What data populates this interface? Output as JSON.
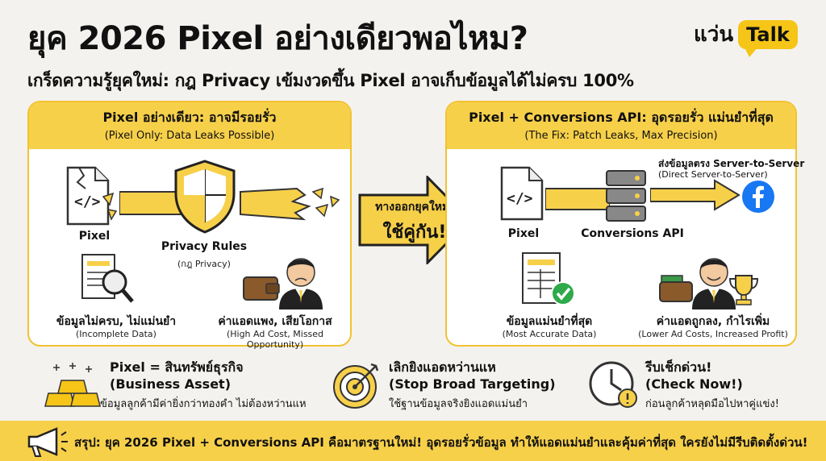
{
  "header": {
    "title": "ยุค 2026 Pixel อย่างเดียวพอไหม?",
    "subtitle": "เกร็ดความรู้ยุคใหม่: กฎ Privacy เข้มงวดขึ้น Pixel อาจเก็บข้อมูลได้ไม่ครบ 100%",
    "brand_text": "แว่น",
    "brand_bubble": "Talk"
  },
  "left_panel": {
    "title": "Pixel อย่างเดียว: อาจมีรอยรั่ว",
    "subtitle": "(Pixel Only: Data Leaks Possible)",
    "pixel_label": "Pixel",
    "privacy_label": "Privacy Rules",
    "privacy_sub": "(กฎ Privacy)",
    "incomplete_label": "ข้อมูลไม่ครบ, ไม่แม่นยำ",
    "incomplete_sub": "(Incomplete Data)",
    "cost_label": "ค่าแอดแพง, เสียโอกาส",
    "cost_sub": "(High Ad Cost, Missed Opportunity)"
  },
  "center_arrow": {
    "line1": "ทางออกยุคใหม่:",
    "line2": "ใช้คู่กัน!"
  },
  "right_panel": {
    "title": "Pixel + Conversions API: อุดรอยรั่ว แม่นยำที่สุด",
    "subtitle": "(The Fix: Patch Leaks, Max Precision)",
    "server_label": "ส่งข้อมูลตรง Server-to-Server",
    "server_sub": "(Direct Server-to-Server)",
    "pixel_label": "Pixel",
    "capi_label": "Conversions API",
    "accurate_label": "ข้อมูลแม่นยำที่สุด",
    "accurate_sub": "(Most Accurate Data)",
    "profit_label": "ค่าแอดถูกลง, กำไรเพิ่ม",
    "profit_sub": "(Lower Ad Costs, Increased Profit)"
  },
  "bottom": {
    "item1_title": "Pixel = สินทรัพย์ธุรกิจ",
    "item1_title2": "(Business Asset)",
    "item1_sub": "ข้อมูลลูกค้ามีค่ายิ่งกว่าทองคำ ไม่ต้องหว่านแห",
    "item2_title": "เลิกยิงแอดหว่านแห",
    "item2_title2": "(Stop Broad Targeting)",
    "item2_sub": "ใช้ฐานข้อมูลจริงยิงแอดแม่นยำ",
    "item3_title": "รีบเช็กด่วน!",
    "item3_title2": "(Check Now!)",
    "item3_sub": "ก่อนลูกค้าหลุดมือไปหาคู่แข่ง!"
  },
  "summary": {
    "text": "สรุป: ยุค 2026 Pixel + Conversions API คือมาตรฐานใหม่! อุดรอยรั่วข้อมูล ทำให้แอดแม่นยำและคุ้มค่าที่สุด ใครยังไม่มีรีบติดตั้งด่วน!"
  },
  "colors": {
    "accent": "#f7d04a",
    "facebook": "#1877f2",
    "check": "#2eaa4a"
  }
}
